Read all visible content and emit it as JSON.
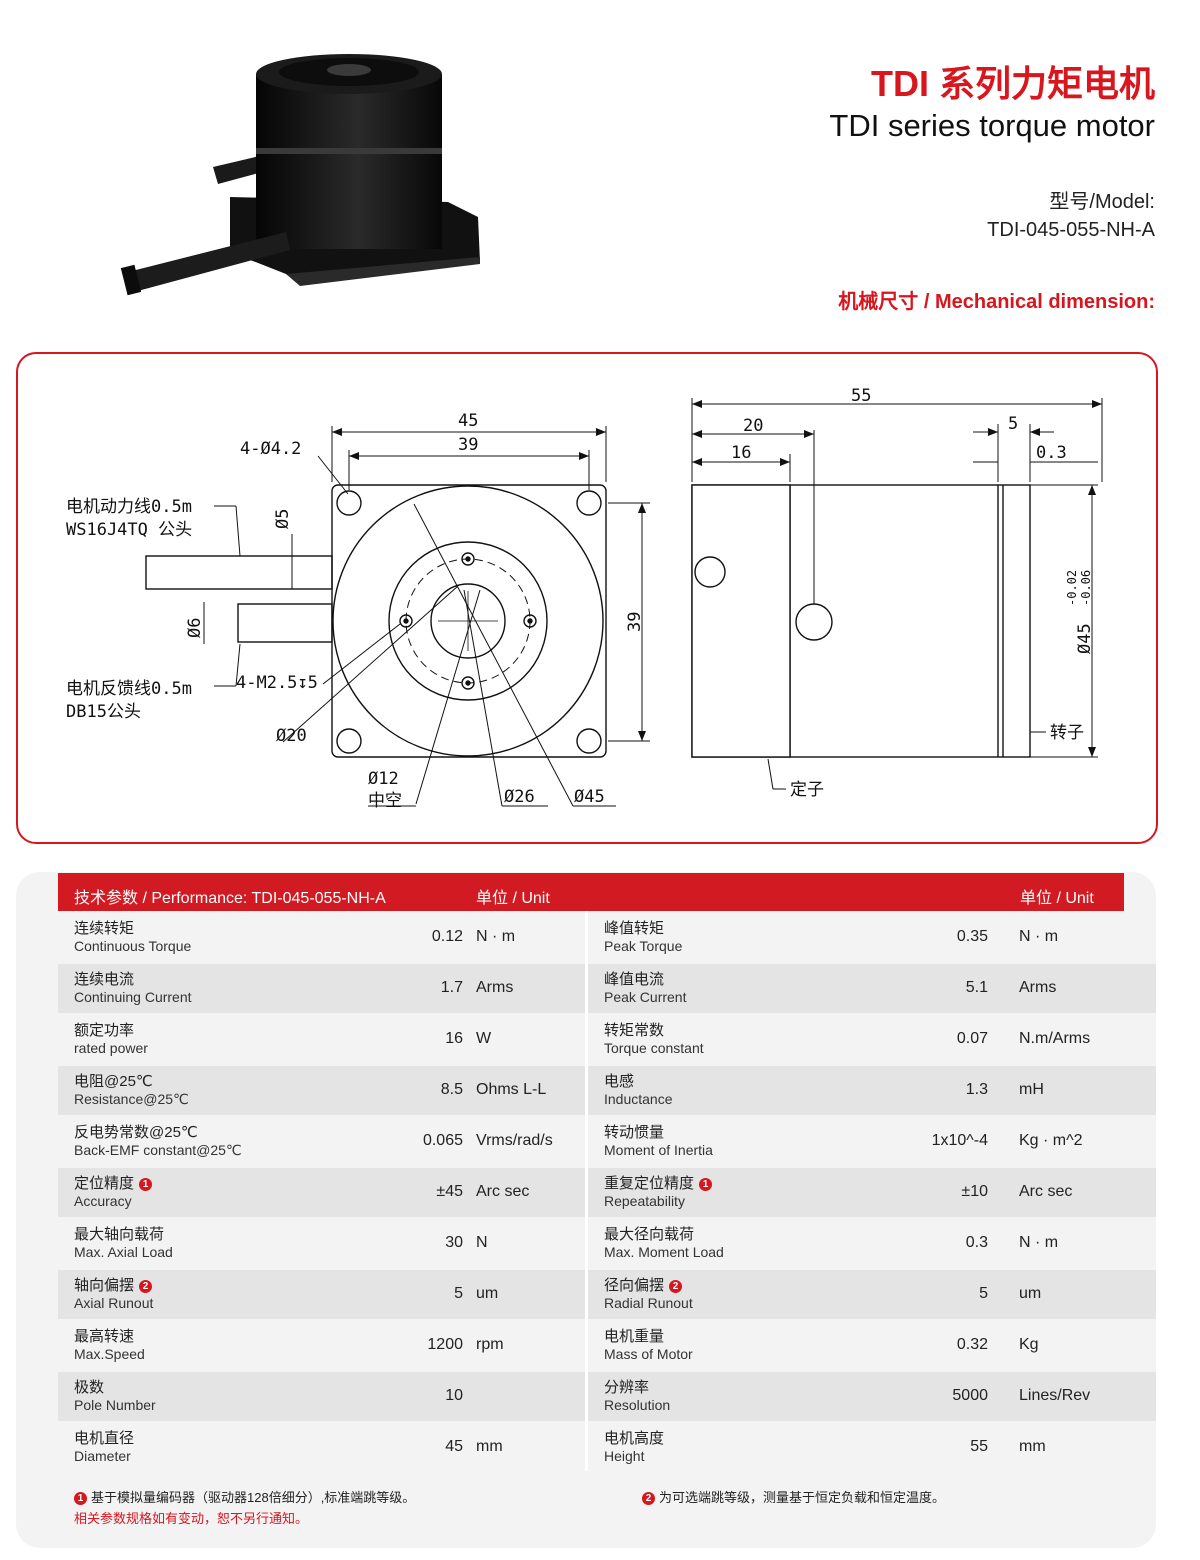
{
  "header": {
    "title_cn": "TDI 系列力矩电机",
    "title_en": "TDI series torque motor",
    "model_label": "型号/Model:",
    "model_value": "TDI-045-055-NH-A",
    "mech_dim": "机械尺寸 / Mechanical dimension:"
  },
  "drawing": {
    "front": {
      "dim_45": "45",
      "dim_39": "39",
      "hole_label": "4-Ø4.2",
      "power_line_1": "电机动力线0.5m",
      "power_line_2": "WS16J4TQ 公头",
      "dim_phi5": "Ø5",
      "dim_phi6": "Ø6",
      "feedback_line_1": "电机反馈线0.5m",
      "feedback_line_2": "DB15公头",
      "thread_label": "4-M2.5↧5",
      "dim_phi20": "Ø20",
      "dim_phi12": "Ø12",
      "hollow": "中空",
      "dim_phi26": "Ø26",
      "dim_phi45": "Ø45",
      "dim_39_vertical": "39"
    },
    "side": {
      "dim_55": "55",
      "dim_20": "20",
      "dim_16": "16",
      "dim_5": "5",
      "dim_03": "0.3",
      "dim_phi45": "Ø45",
      "tol_upper": "-0.02",
      "tol_lower": "-0.06",
      "rotor": "转子",
      "stator": "定子"
    }
  },
  "specs": {
    "header_left": "技术参数 / Performance: TDI-045-055-NH-A",
    "unit_left": "单位 / Unit",
    "unit_right": "单位 / Unit",
    "rows": [
      {
        "l_cn": "连续转矩",
        "l_en": "Continuous Torque",
        "l_val": "0.12",
        "l_unit": "N · m",
        "r_cn": "峰值转矩",
        "r_en": "Peak Torque",
        "r_val": "0.35",
        "r_unit": "N · m"
      },
      {
        "l_cn": "连续电流",
        "l_en": "Continuing Current",
        "l_val": "1.7",
        "l_unit": "Arms",
        "r_cn": "峰值电流",
        "r_en": "Peak Current",
        "r_val": "5.1",
        "r_unit": "Arms"
      },
      {
        "l_cn": "额定功率",
        "l_en": "rated power",
        "l_val": "16",
        "l_unit": "W",
        "r_cn": "转矩常数",
        "r_en": "Torque constant",
        "r_val": "0.07",
        "r_unit": "N.m/Arms"
      },
      {
        "l_cn": "电阻@25℃",
        "l_en": "Resistance@25℃",
        "l_val": "8.5",
        "l_unit": "Ohms L-L",
        "r_cn": "电感",
        "r_en": "Inductance",
        "r_val": "1.3",
        "r_unit": "mH"
      },
      {
        "l_cn": "反电势常数@25℃",
        "l_en": "Back-EMF constant@25℃",
        "l_val": "0.065",
        "l_unit": "Vrms/rad/s",
        "r_cn": "转动惯量",
        "r_en": "Moment of Inertia",
        "r_val": "1x10^-4",
        "r_unit": "Kg · m^2"
      },
      {
        "l_cn": "定位精度",
        "l_badge": "1",
        "l_en": "Accuracy",
        "l_val": "±45",
        "l_unit": "Arc sec",
        "r_cn": "重复定位精度",
        "r_badge": "1",
        "r_en": "Repeatability",
        "r_val": "±10",
        "r_unit": "Arc sec"
      },
      {
        "l_cn": "最大轴向载荷",
        "l_en": "Max. Axial Load",
        "l_val": "30",
        "l_unit": "N",
        "r_cn": "最大径向载荷",
        "r_en": "Max. Moment Load",
        "r_val": "0.3",
        "r_unit": "N · m"
      },
      {
        "l_cn": "轴向偏摆",
        "l_badge": "2",
        "l_en": "Axial Runout",
        "l_val": "5",
        "l_unit": "um",
        "r_cn": "径向偏摆",
        "r_badge": "2",
        "r_en": "Radial Runout",
        "r_val": "5",
        "r_unit": "um"
      },
      {
        "l_cn": "最高转速",
        "l_en": "Max.Speed",
        "l_val": "1200",
        "l_unit": "rpm",
        "r_cn": "电机重量",
        "r_en": "Mass of Motor",
        "r_val": "0.32",
        "r_unit": "Kg"
      },
      {
        "l_cn": "极数",
        "l_en": "Pole Number",
        "l_val": "10",
        "l_unit": "",
        "r_cn": "分辨率",
        "r_en": "Resolution",
        "r_val": "5000",
        "r_unit": "Lines/Rev"
      },
      {
        "l_cn": "电机直径",
        "l_en": "Diameter",
        "l_val": "45",
        "l_unit": "mm",
        "r_cn": "电机高度",
        "r_en": "Height",
        "r_val": "55",
        "r_unit": "mm"
      }
    ],
    "note1_badge": "1",
    "note1": "基于模拟量编码器（驱动器128倍细分）,标准端跳等级。",
    "note2_badge": "2",
    "note2": "为可选端跳等级，测量基于恒定负载和恒定温度。",
    "note3": "相关参数规格如有变动，恕不另行通知。"
  },
  "colors": {
    "accent": "#d7161e",
    "header_bar": "#d21a22",
    "panel": "#f3f3f3",
    "stripe": "#e4e4e4"
  }
}
